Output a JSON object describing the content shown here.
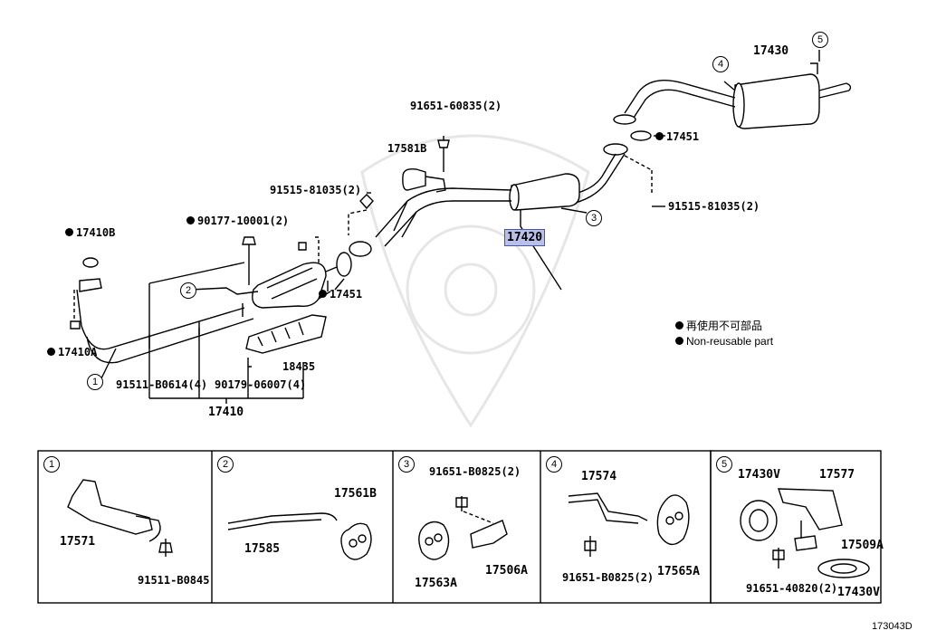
{
  "main_parts": {
    "p17430": "17430",
    "p17451_top": "17451",
    "p17581B": "17581B",
    "p91651_60835": "91651-60835(2)",
    "p91515_81035_left": "91515-81035(2)",
    "p91515_81035_right": "91515-81035(2)",
    "p17420": "17420",
    "p17410B": "17410B",
    "p90177_10001": "90177-10001(2)",
    "p17451_mid": "17451",
    "p17410A": "17410A",
    "p91511_B0614": "91511-B0614(4)",
    "p90179_06007": "90179-06007(4)",
    "p18435": "18435",
    "p17410": "17410"
  },
  "callouts": [
    "1",
    "2",
    "3",
    "4",
    "5"
  ],
  "legend": {
    "japanese": "再使用不可部品",
    "english": "Non-reusable part"
  },
  "panels": [
    {
      "number": "1",
      "labels": [
        "17571",
        "91511-B0845"
      ]
    },
    {
      "number": "2",
      "labels": [
        "17561B",
        "17585"
      ]
    },
    {
      "number": "3",
      "labels": [
        "91651-B0825(2)",
        "17563A",
        "17506A"
      ]
    },
    {
      "number": "4",
      "labels": [
        "17574",
        "91651-B0825(2)",
        "17565A"
      ]
    },
    {
      "number": "5",
      "labels": [
        "17430V",
        "17577",
        "17509A",
        "91651-40820(2)",
        "17430V"
      ]
    }
  ],
  "diagram_code": "173043D"
}
